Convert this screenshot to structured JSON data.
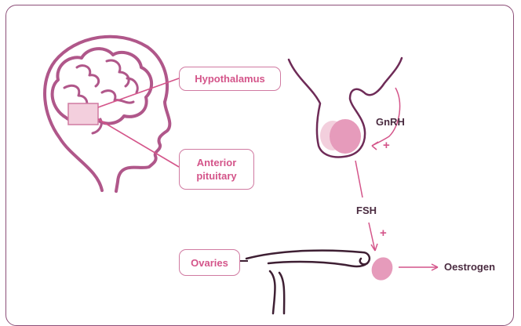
{
  "labels": {
    "hypothalamus": "Hypothalamus",
    "anterior_pituitary_line1": "Anterior",
    "anterior_pituitary_line2": "pituitary",
    "ovaries": "Ovaries",
    "gnrh": "GnRH",
    "fsh": "FSH",
    "oestrogen": "Oestrogen",
    "plus_1": "+",
    "plus_2": "+"
  },
  "colors": {
    "outline_dark": "#6e2b57",
    "head_outline": "#b0578a",
    "accent_pink": "#d4558a",
    "light_pink": "#f3cfdd",
    "gland_pink": "#e69bbb",
    "text_dark": "#4a2b40"
  },
  "icons": [
    "head-brain-icon",
    "pituitary-gland-icon",
    "ovary-icon",
    "uterus-icon"
  ]
}
